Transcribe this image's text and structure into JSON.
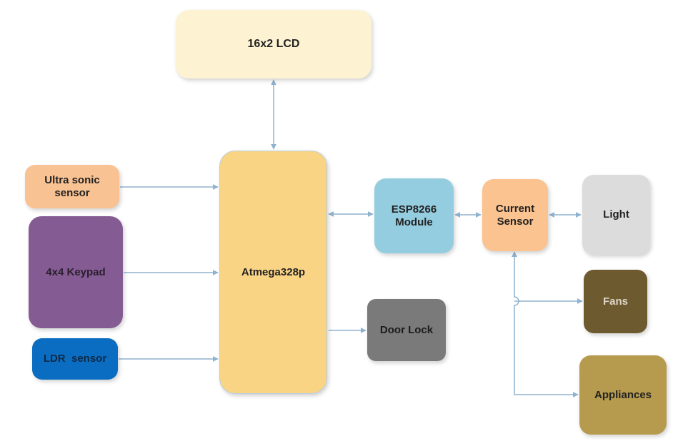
{
  "diagram": {
    "colors": {
      "connector": "#8fb2cf",
      "lcd": "#fdf2d2",
      "mcu": "#fad485",
      "ultrasonic": "#f9c293",
      "keypad": "#845b92",
      "ldr": "#0b6dc1",
      "esp": "#95cde0",
      "door_lock": "#7a7a7a",
      "current_sensor": "#fbc38f",
      "light": "#dcdcdc",
      "fans": "#6e5a2f",
      "appliances": "#b69a4d"
    },
    "nodes": {
      "lcd": "16x2 LCD",
      "mcu": "Atmega328p",
      "ultrasonic": "Ultra sonic sensor",
      "keypad": "4x4 Keypad",
      "ldr": "LDR  sensor",
      "esp": "ESP8266 Module",
      "door_lock": "Door Lock",
      "current_sensor": "Current Sensor",
      "light": "Light",
      "fans": "Fans",
      "appliances": "Appliances"
    }
  }
}
